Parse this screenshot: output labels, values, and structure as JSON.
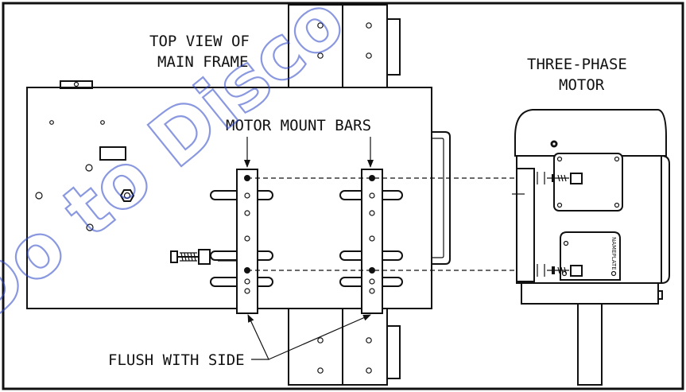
{
  "labels": {
    "frame_title_line1": "TOP VIEW OF",
    "frame_title_line2": "MAIN FRAME",
    "motor_title_line1": "THREE-PHASE",
    "motor_title_line2": "MOTOR",
    "mount_bars": "MOTOR MOUNT BARS",
    "flush": "FLUSH WITH SIDE",
    "nameplate": "NAMEPLATE"
  },
  "watermark": "Do to Disco",
  "colors": {
    "line": "#111111",
    "watermark": "#2b45c8",
    "background": "#ffffff"
  }
}
